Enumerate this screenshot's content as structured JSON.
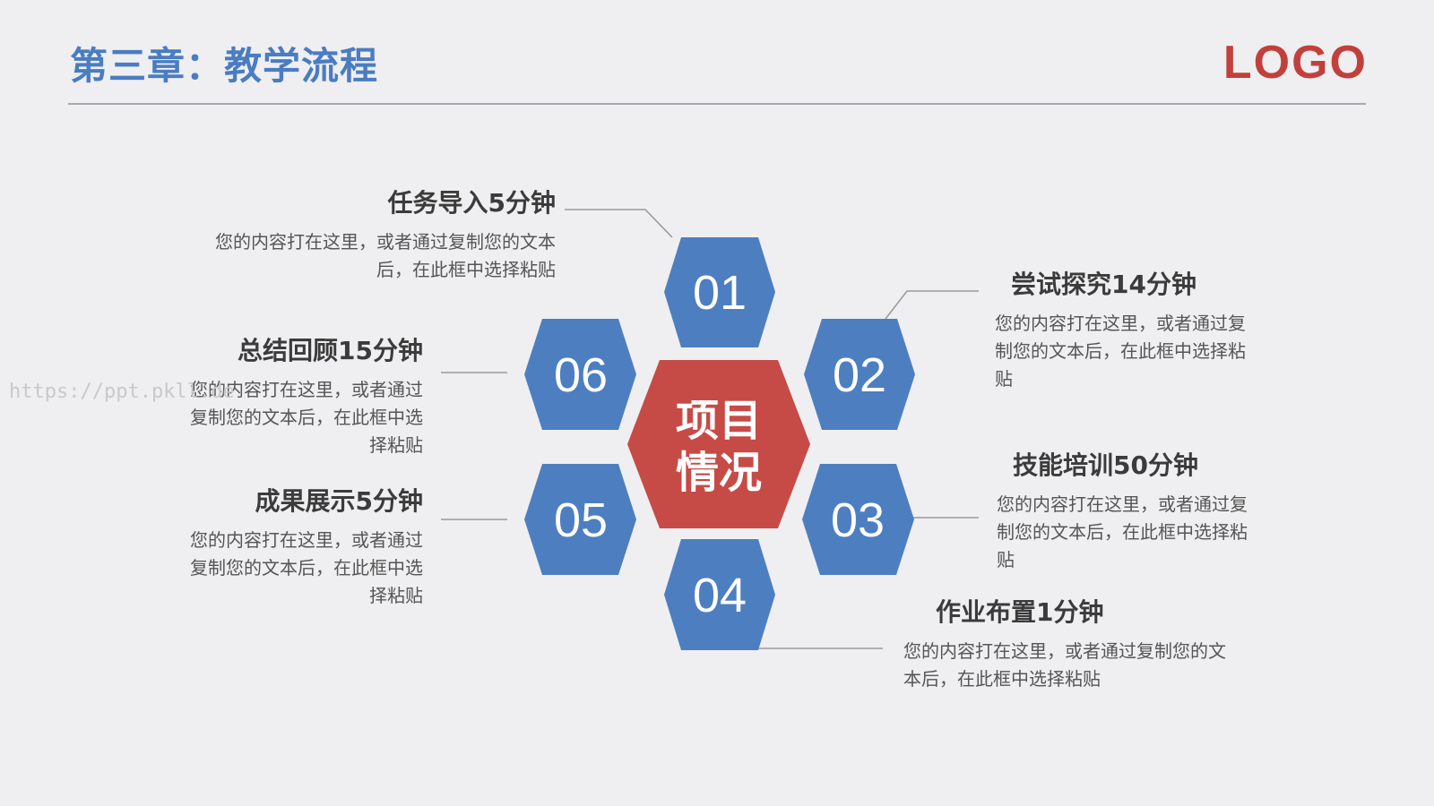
{
  "header": {
    "title": "第三章：教学流程",
    "logo": "LOGO"
  },
  "watermark": "https://ppt.pkll.de",
  "center": {
    "line1": "项目",
    "line2": "情况"
  },
  "hexagons": [
    "01",
    "02",
    "03",
    "04",
    "05",
    "06"
  ],
  "steps": [
    {
      "title": "任务导入5分钟",
      "text": "您的内容打在这里，或者通过复制您的文本后，在此框中选择粘贴"
    },
    {
      "title": "尝试探究14分钟",
      "text": "您的内容打在这里，或者通过复制您的文本后，在此框中选择粘贴"
    },
    {
      "title": "技能培训50分钟",
      "text": "您的内容打在这里，或者通过复制您的文本后，在此框中选择粘贴"
    },
    {
      "title": "作业布置1分钟",
      "text": "您的内容打在这里，或者通过复制您的文本后，在此框中选择粘贴"
    },
    {
      "title": "成果展示5分钟",
      "text": "您的内容打在这里，或者通过复制您的文本后，在此框中选择粘贴"
    },
    {
      "title": "总结回顾15分钟",
      "text": "您的内容打在这里，或者通过复制您的文本后，在此框中选择粘贴"
    }
  ],
  "colors": {
    "title": "#4a7cc2",
    "logo": "#c2403c",
    "hexBlue": "#4d7fc0",
    "hexCenter": "#c64b47",
    "connector": "#9a9a9e"
  }
}
